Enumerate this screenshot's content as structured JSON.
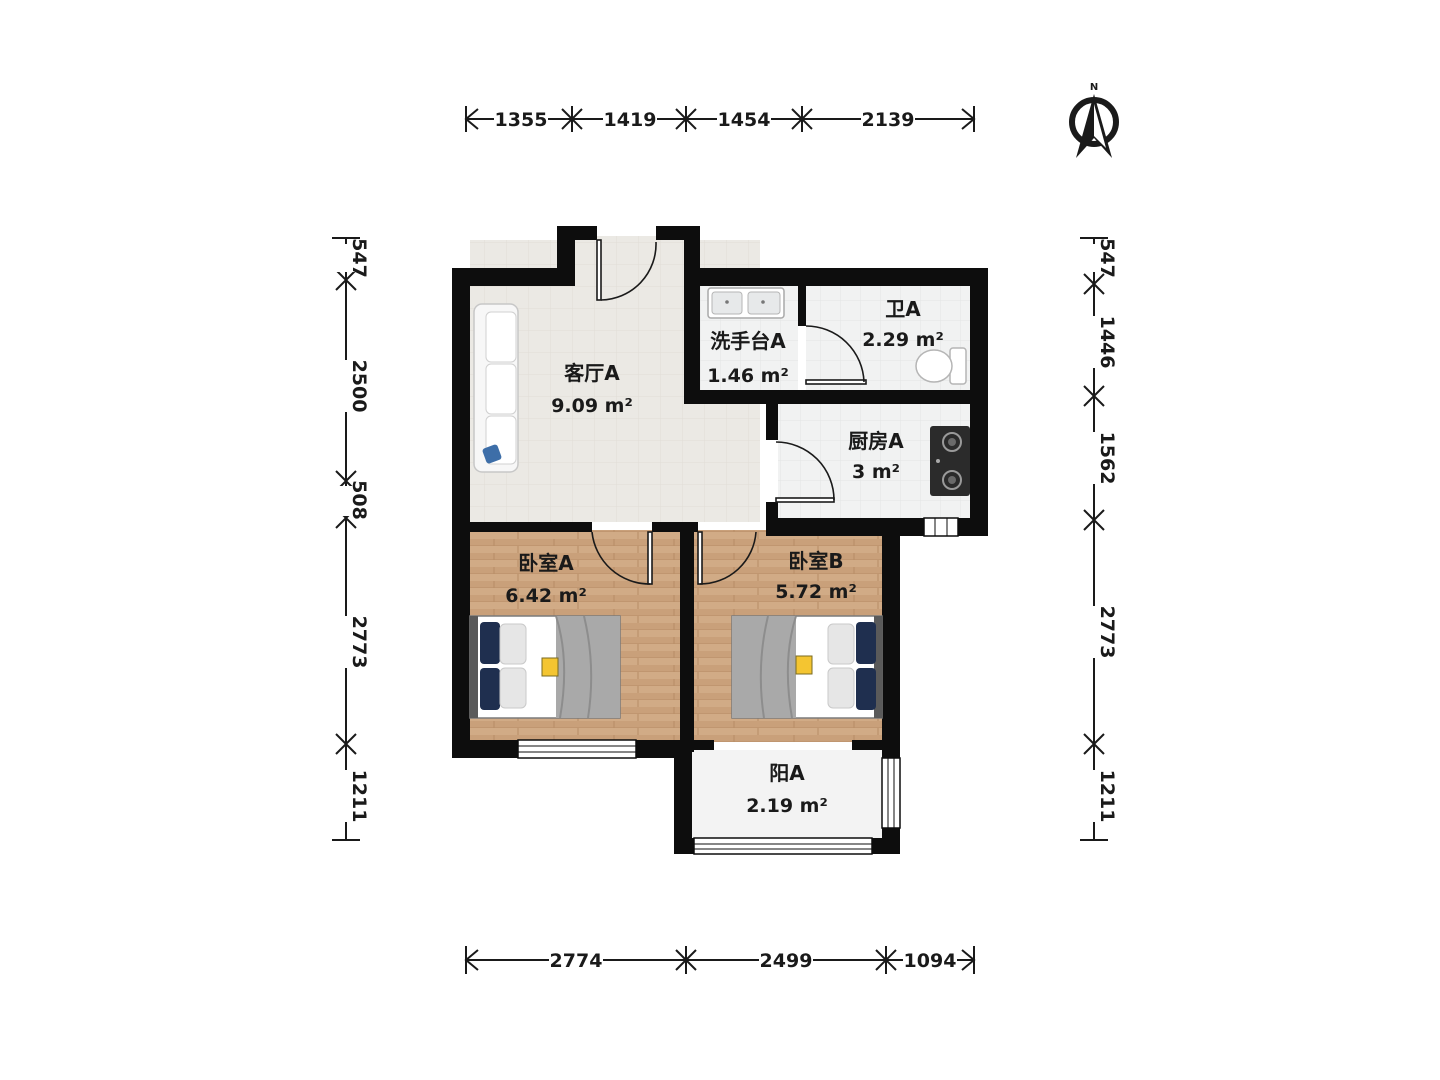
{
  "compass": {
    "label": "N",
    "icon": "north-arrow-icon"
  },
  "dimensions": {
    "top": [
      "1355",
      "1419",
      "1454",
      "2139"
    ],
    "bottom": [
      "2774",
      "2499",
      "1094"
    ],
    "left": [
      "547",
      "2500",
      "508",
      "2773",
      "1211"
    ],
    "right": [
      "547",
      "1446",
      "1562",
      "2773",
      "1211"
    ]
  },
  "rooms": {
    "living": {
      "name": "客厅A",
      "area": "9.09 m²"
    },
    "washbasin": {
      "name": "洗手台A",
      "area": "1.46 m²"
    },
    "bathroom": {
      "name": "卫A",
      "area": "2.29 m²"
    },
    "kitchen": {
      "name": "厨房A",
      "area": "3 m²"
    },
    "bedroom_a": {
      "name": "卧室A",
      "area": "6.42 m²"
    },
    "bedroom_b": {
      "name": "卧室B",
      "area": "5.72 m²"
    },
    "balcony": {
      "name": "阳A",
      "area": "2.19 m²"
    }
  },
  "colors": {
    "wall": "#0d0d0d",
    "tile_floor": "#ebe9e4",
    "white_tile": "#f1f2f2",
    "wood_floor": "#c9a07a",
    "balcony_floor": "#f3f3f3"
  }
}
